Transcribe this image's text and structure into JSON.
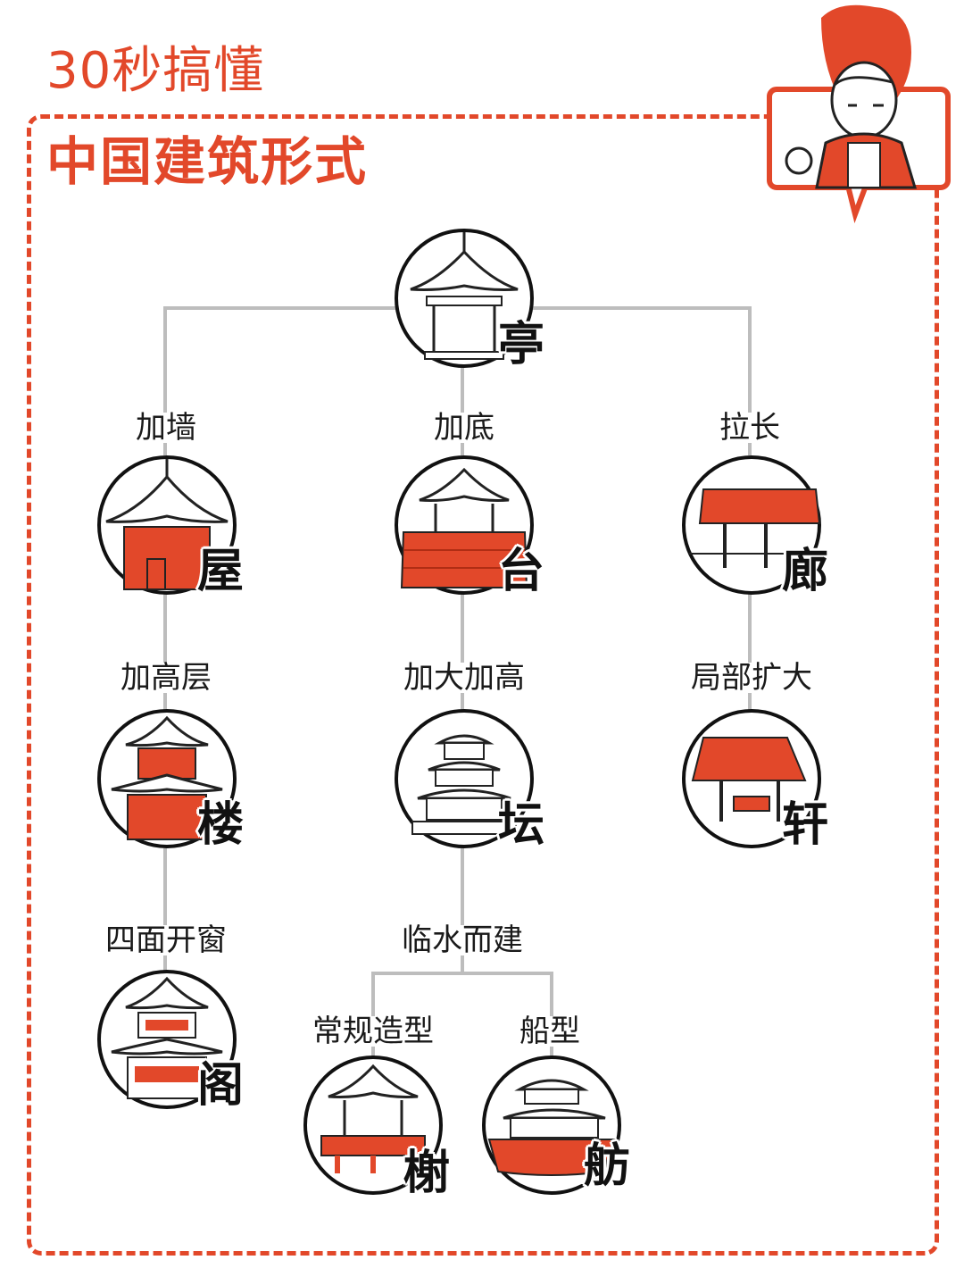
{
  "brand": "30秒搞懂",
  "title": "中国建筑形式",
  "nodes": {
    "ting": "亭",
    "wu": "屋",
    "tai": "台",
    "lang": "廊",
    "lou": "楼",
    "tan": "坛",
    "xuan": "轩",
    "ge": "阁",
    "xie": "榭",
    "fang": "舫"
  },
  "edges": {
    "jiaqiang": "加墙",
    "jiadi": "加底",
    "lachang": "拉长",
    "jiagaoceng": "加高层",
    "jiadajiagao": "加大加高",
    "jubukuoda": "局部扩大",
    "simiankaichuang": "四面开窗",
    "linshuierjian": "临水而建",
    "changguizaoxing": "常规造型",
    "chuanxing": "船型"
  },
  "colors": {
    "accent": "#e2482a",
    "line": "#bdbdbd"
  }
}
